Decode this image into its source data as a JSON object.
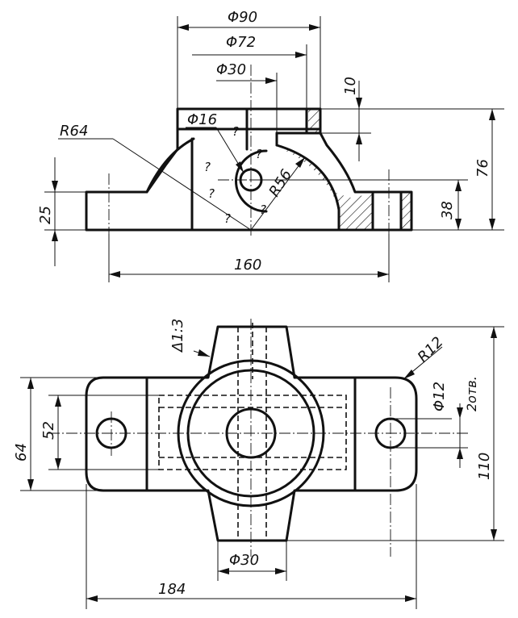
{
  "front_view": {
    "dims": {
      "d90": "Φ90",
      "d72": "Φ72",
      "d30": "Φ30",
      "d16": "Φ16",
      "r64": "R64",
      "r56": "R56",
      "h10": "10",
      "h76": "76",
      "h25": "25",
      "h38": "38",
      "w160": "160"
    },
    "unknown_marks": [
      "?",
      "?",
      "?",
      "?",
      "?",
      "?"
    ]
  },
  "top_view": {
    "dims": {
      "taper": "Δ1:3",
      "r12": "R12",
      "d12": "Φ12",
      "holes": "2отв.",
      "h64": "64",
      "h52": "52",
      "h110": "110",
      "d30": "Φ30",
      "w184": "184"
    }
  }
}
